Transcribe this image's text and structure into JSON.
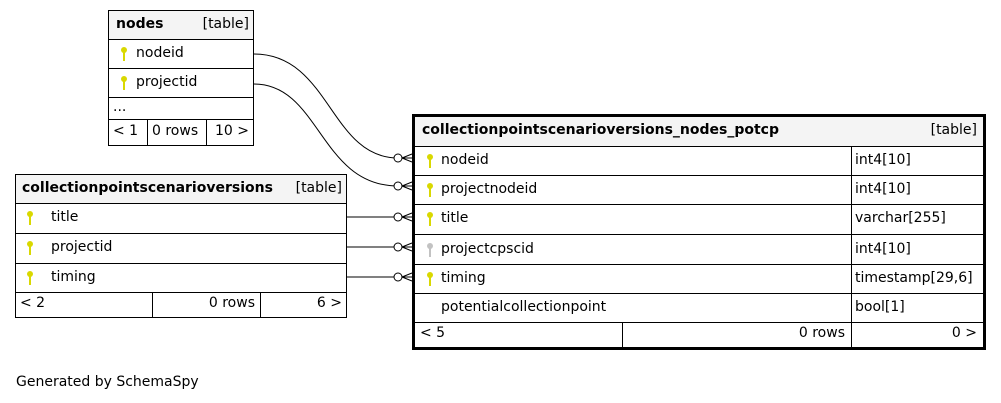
{
  "colors": {
    "key_primary": "#d9d800",
    "key_foreign": "#c2c2c2",
    "header_bg": "#f4f4f4"
  },
  "nodes": {
    "name": "nodes",
    "tag": "[table]",
    "columns": [
      {
        "name": "nodeid",
        "key": "key-icon"
      },
      {
        "name": "projectid",
        "key": "key-icon"
      }
    ],
    "more": "...",
    "footer": {
      "parents": "< 1",
      "rows": "0 rows",
      "children": "10 >"
    }
  },
  "cpsv": {
    "name": "collectionpointscenarioversions",
    "tag": "[table]",
    "columns": [
      {
        "name": "title",
        "key": "key-icon"
      },
      {
        "name": "projectid",
        "key": "key-icon"
      },
      {
        "name": "timing",
        "key": "key-icon"
      }
    ],
    "footer": {
      "parents": "< 2",
      "rows": "0 rows",
      "children": "6 >"
    }
  },
  "potcp": {
    "name": "collectionpointscenarioversions_nodes_potcp",
    "tag": "[table]",
    "columns": [
      {
        "name": "nodeid",
        "type": "int4[10]",
        "key": "key-icon"
      },
      {
        "name": "projectnodeid",
        "type": "int4[10]",
        "key": "key-icon"
      },
      {
        "name": "title",
        "type": "varchar[255]",
        "key": "key-icon"
      },
      {
        "name": "projectcpscid",
        "type": "int4[10]",
        "key": "foreign-key-icon"
      },
      {
        "name": "timing",
        "type": "timestamp[29,6]",
        "key": "key-icon"
      },
      {
        "name": "potentialcollectionpoint",
        "type": "bool[1]",
        "key": ""
      }
    ],
    "footer": {
      "parents": "< 5",
      "rows": "0 rows",
      "children": "0 >"
    }
  },
  "generated_by": "Generated by SchemaSpy"
}
